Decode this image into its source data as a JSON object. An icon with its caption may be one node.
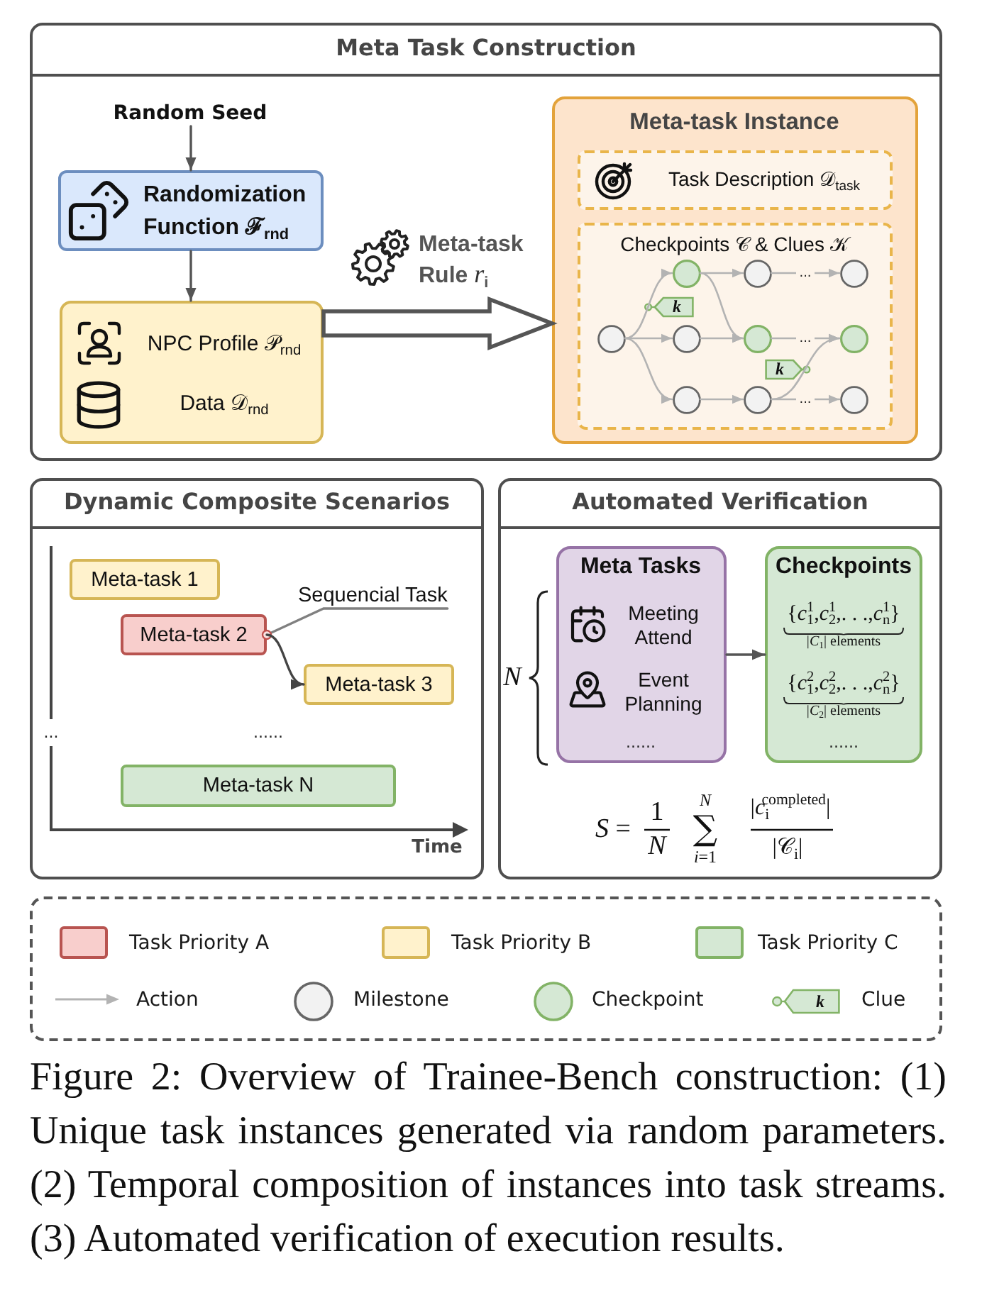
{
  "diagram": {
    "caption": "Figure 2: Overview of Trainee-Bench construction: (1) Unique task instances generated via random parameters. (2) Temporal composition of instances into task streams. (3) Automated verification of execution results.",
    "nodes": [
      {
        "text": [
          "Meta Task Construction"
        ]
      },
      {
        "text": [
          "Random Seed"
        ],
        "in": 0
      },
      {
        "text": [
          "**Randomization Function** ℱ$_{rnd}$"
        ],
        "in": 0
      },
      {
        "text": [
          "NPC Profile 𝒫$_{rnd}$",
          "Data 𝒟$_{rnd}$"
        ],
        "in": 0
      },
      {
        "text": [
          "Meta-task Instance"
        ],
        "in": 0
      },
      {
        "text": [
          "Task Description 𝒟$_{task}$"
        ],
        "in": 4
      },
      {
        "text": [
          "Checkpoints 𝒞 & Clues 𝒦"
        ],
        "in": 4
      },
      {
        "text": [],
        "shape": "circle",
        "in": 6
      },
      {
        "text": [],
        "shape": "circle",
        "in": 6
      },
      {
        "text": [],
        "shape": "circle",
        "in": 6
      },
      {
        "text": [],
        "shape": "circle",
        "in": 6
      },
      {
        "text": [],
        "shape": "circle",
        "in": 6
      },
      {
        "text": [],
        "shape": "circle",
        "in": 6
      },
      {
        "text": [],
        "shape": "circle",
        "in": 6
      },
      {
        "text": [],
        "shape": "circle",
        "in": 6
      },
      {
        "text": [],
        "shape": "circle",
        "in": 6
      },
      {
        "text": [],
        "shape": "circle",
        "in": 6
      },
      {
        "text": [
          "k"
        ],
        "in": 6
      },
      {
        "text": [
          "k"
        ],
        "in": 6
      },
      {
        "text": [
          "Dynamic Composite Scenarios"
        ]
      },
      {
        "text": [
          "Meta-task 1"
        ],
        "in": 19
      },
      {
        "text": [
          "Meta-task 2"
        ],
        "in": 19
      },
      {
        "text": [
          "Sequencial Task"
        ],
        "in": 19
      },
      {
        "text": [
          "Meta-task 3"
        ],
        "in": 19
      },
      {
        "text": [
          "Meta-task N"
        ],
        "in": 19
      },
      {
        "text": [
          "Automated Verification"
        ]
      },
      {
        "text": [
          "Meta Tasks",
          "Meeting Attend",
          "Event Planning",
          "......"
        ],
        "in": 25
      },
      {
        "text": [
          "Checkpoints",
          "{*c*$_{1}$$^{1}$,*c*$_{2}$$^{1}$,. . .,*c*$_{n}$$^{1}$}",
          "|*C*$_{1}$| elements",
          "{*c*$_{1}$$^{2}$,*c*$_{2}$$^{2}$,. . .,*c*$_{n}$$^{2}$}",
          "|*C*$_{2}$| elements",
          "......"
        ],
        "in": 25
      }
    ],
    "edges": [
      {
        "from": 1,
        "to": 2,
        "arrow": "to",
        "color": "#555555"
      },
      {
        "from": 2,
        "to": 3,
        "arrow": "to",
        "color": "#555555"
      },
      {
        "from": 3,
        "to": 4,
        "arrow": "to",
        "label": "**Meta-task Rule** *r*$_{i}$",
        "style": "thick",
        "color": "#555555"
      },
      {
        "from": 7,
        "to": 8,
        "arrow": "to"
      },
      {
        "from": 7,
        "to": 9,
        "arrow": "to"
      },
      {
        "from": 7,
        "to": 10,
        "arrow": "to"
      },
      {
        "from": 8,
        "to": 11,
        "arrow": "to"
      },
      {
        "from": 8,
        "to": 12,
        "arrow": "to"
      },
      {
        "from": 9,
        "to": 12,
        "arrow": "to"
      },
      {
        "from": 10,
        "to": 13,
        "arrow": "to"
      },
      {
        "from": 11,
        "to": 14,
        "arrow": "to",
        "label": "..."
      },
      {
        "from": 12,
        "to": 15,
        "arrow": "to",
        "label": "..."
      },
      {
        "from": 13,
        "to": 16,
        "arrow": "to",
        "label": "..."
      },
      {
        "from": 13,
        "to": 15,
        "arrow": "to"
      },
      {
        "from": 22,
        "to": 21,
        "arrow": "other",
        "color": "#808080"
      },
      {
        "from": 21,
        "to": 23,
        "arrow": "to",
        "color": "#444444"
      },
      {
        "from": 26,
        "to": 27,
        "arrow": "to",
        "color": "#555555"
      }
    ],
    "labels": [
      "...",
      "......",
      "Time",
      "N",
      "*S* =",
      "1",
      "N",
      "N",
      "∑",
      "*i*=1",
      "|*c*$_{i}$$^{completed}$|",
      "|𝒞$_{i}$|",
      "k"
    ],
    "legend": [
      {
        "text": "Task Priority A",
        "color": "#f8cecc"
      },
      {
        "text": "Task Priority B",
        "color": "#fff2cc"
      },
      {
        "text": "Task Priority C",
        "color": "#d5e8d4"
      },
      {
        "text": "Action"
      },
      {
        "text": "Milestone"
      },
      {
        "text": "Checkpoint"
      },
      {
        "text": "Clue"
      }
    ]
  }
}
